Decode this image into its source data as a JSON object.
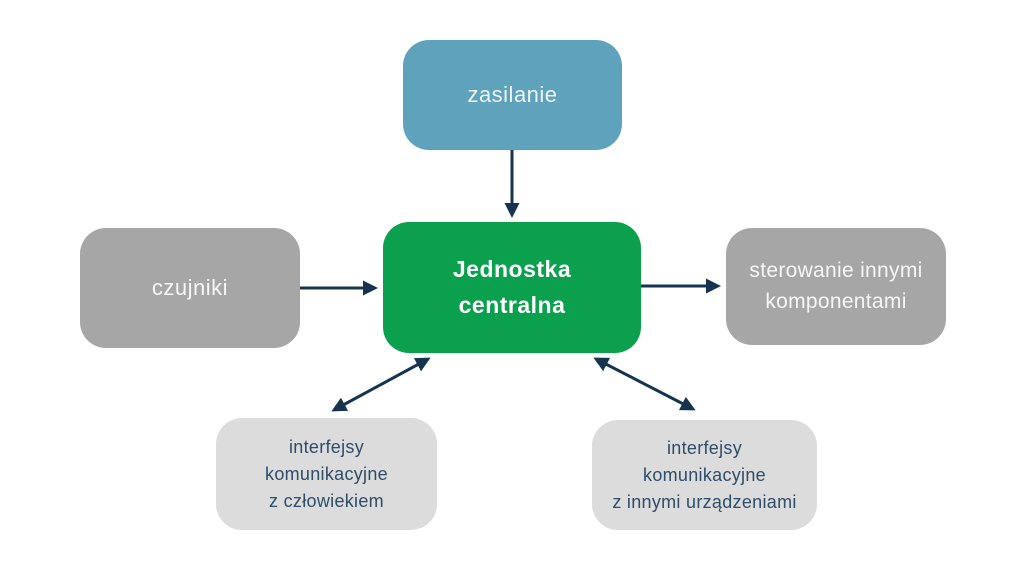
{
  "diagram": {
    "nodes": {
      "zasilanie": {
        "id": "zasilanie",
        "label": "zasilanie",
        "bg": "#5fa2bc",
        "text_color": "#eef4f7"
      },
      "central": {
        "id": "jednostka-centralna",
        "label": "Jednostka\ncentralna",
        "bg": "#0ba04e",
        "text_color": "#ffffff"
      },
      "czujniki": {
        "id": "czujniki",
        "label": "czujniki",
        "bg": "#a6a6a6",
        "text_color": "#f5f6f6"
      },
      "sterowanie": {
        "id": "sterowanie-innymi-komponentami",
        "label": "sterowanie innymi\nkomponentami",
        "bg": "#a6a6a6",
        "text_color": "#f5f6f6"
      },
      "interfejs_czlowiek": {
        "id": "interfejsy-komunikacyjne-z-czlowiekiem",
        "label": "interfejsy\nkomunikacyjne\nz człowiekiem",
        "bg": "#dcdcdc",
        "text_color": "#2e4d68"
      },
      "interfejs_urzadzenia": {
        "id": "interfejsy-komunikacyjne-z-innymi-urzadzeniami",
        "label": "interfejsy\nkomunikacyjne\nz innymi urządzeniami",
        "bg": "#dcdcdc",
        "text_color": "#2e4d68"
      }
    },
    "edges": [
      {
        "from": "zasilanie",
        "to": "jednostka-centralna",
        "direction": "one-way"
      },
      {
        "from": "czujniki",
        "to": "jednostka-centralna",
        "direction": "one-way"
      },
      {
        "from": "jednostka-centralna",
        "to": "sterowanie-innymi-komponentami",
        "direction": "one-way"
      },
      {
        "from": "jednostka-centralna",
        "to": "interfejsy-komunikacyjne-z-czlowiekiem",
        "direction": "two-way"
      },
      {
        "from": "jednostka-centralna",
        "to": "interfejsy-komunikacyjne-z-innymi-urzadzeniami",
        "direction": "two-way"
      }
    ],
    "colors": {
      "background": "#ffffff",
      "arrow": "#16344f",
      "blue_node": "#5fa2bc",
      "green_node": "#0ba04e",
      "gray_node": "#a6a6a6",
      "light_gray_node": "#dcdcdc",
      "dark_text": "#2e4d68"
    }
  }
}
